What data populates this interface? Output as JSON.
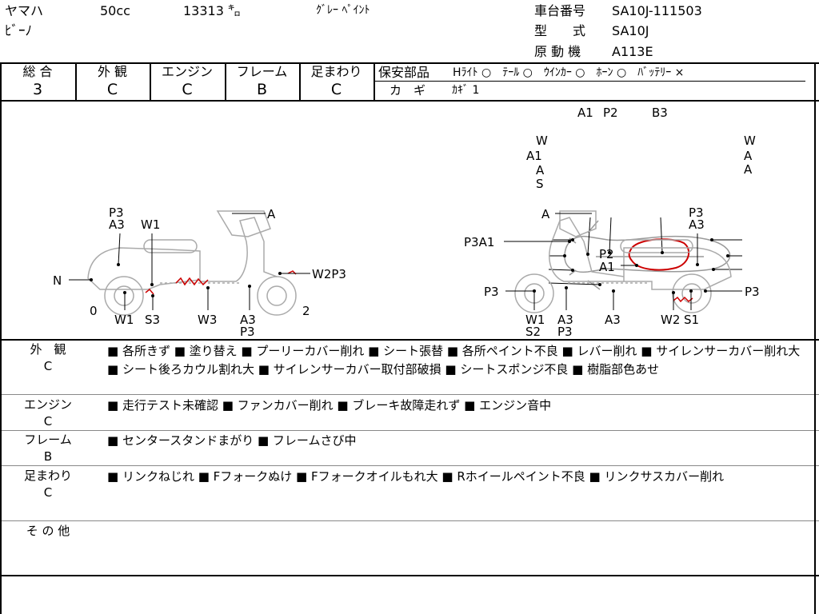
{
  "header": {
    "maker": "ヤマハ",
    "displacement": "50cc",
    "mileage": "13313 ㌔",
    "color": "ｸﾞﾚｰ ﾍﾟｲﾝﾄ",
    "model_name": "ﾋﾞｰﾉ",
    "frame_no_label": "車台番号",
    "frame_no": "SA10J-111503",
    "type_label": "型　　式",
    "type": "SA10J",
    "engine_label": "原 動 機",
    "engine": "A113E"
  },
  "grades": {
    "items": [
      {
        "label": "総 合",
        "value": "3"
      },
      {
        "label": "外 観",
        "value": "C"
      },
      {
        "label": "エンジン",
        "value": "C"
      },
      {
        "label": "フレーム",
        "value": "B"
      },
      {
        "label": "足まわり",
        "value": "C"
      }
    ],
    "safety_label": "保安部品",
    "safety_items": "Hﾗｲﾄ ○　ﾃｰﾙ ○　ｳｲﾝｶｰ ○　ﾎｰﾝ ○　ﾊﾞｯﾃﾘｰ ×",
    "key_label": "カ　ギ",
    "key_value": "ｶｷﾞ 1"
  },
  "diagram": {
    "top_labels": {
      "a1": "A1",
      "p2": "P2",
      "b3": "B3",
      "w": "W",
      "a": "A",
      "s": "S"
    },
    "left_labels": {
      "p3": "P3",
      "a3": "A3",
      "w1": "W1",
      "a": "A",
      "n": "N",
      "w2p3": "W2P3",
      "zero": "0",
      "two": "2",
      "s3": "S3",
      "w3": "W3"
    },
    "right_labels": {
      "a": "A",
      "p3a1": "P3A1",
      "p2": "P2",
      "a1": "A1",
      "p3": "P3",
      "a3": "A3",
      "w1": "W1",
      "s2": "S2",
      "w2": "W2",
      "s1": "S1"
    }
  },
  "notes": [
    {
      "category": "外　観",
      "grade": "C",
      "text": "■ 各所きず ■ 塗り替え ■ プーリーカバー削れ ■ シート張替 ■ 各所ペイント不良 ■ レバー削れ ■ サイレンサーカバー削れ大 ■ シート後ろカウル割れ大 ■ サイレンサーカバー取付部破損 ■ シートスポンジ不良 ■ 樹脂部色あせ"
    },
    {
      "category": "エンジン",
      "grade": "C",
      "text": "■ 走行テスト未確認 ■ ファンカバー削れ ■ ブレーキ故障走れず ■ エンジン音中"
    },
    {
      "category": "フレーム",
      "grade": "B",
      "text": "■ センタースタンドまがり ■ フレームさび中"
    },
    {
      "category": "足まわり",
      "grade": "C",
      "text": "■ リンクねじれ ■ Fフォークぬけ ■ Fフォークオイルもれ大 ■ Rホイールペイント不良 ■ リンクサスカバー削れ"
    },
    {
      "category": "そ の 他",
      "grade": "",
      "text": ""
    }
  ]
}
